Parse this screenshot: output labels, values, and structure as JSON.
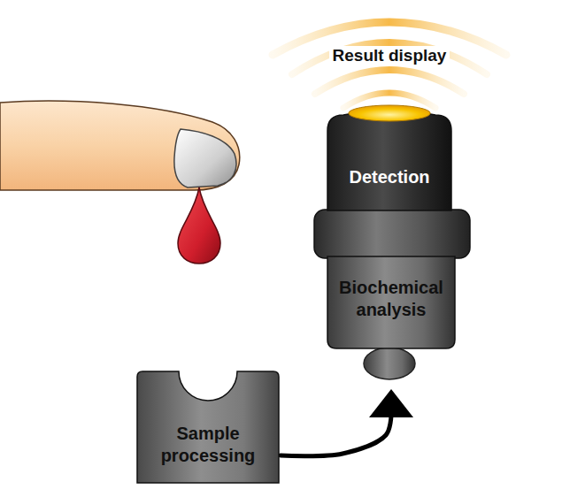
{
  "diagram": {
    "nodes": [
      {
        "text": [
          "Detection"
        ]
      },
      {
        "text": [
          "Biochemical analysis"
        ]
      },
      {
        "text": [
          "Sample processing"
        ]
      }
    ],
    "edges": [
      {
        "from": 2,
        "to": 1,
        "arrow": "to"
      }
    ],
    "labels": [
      "Result display"
    ]
  }
}
